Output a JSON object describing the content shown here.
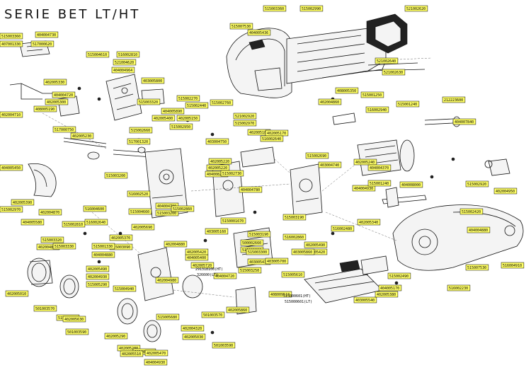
{
  "title": "SERIE BET LT/HT",
  "part_labels": [
    "515003360",
    "404004730",
    "407001330",
    "517000620",
    "515003360",
    "515002990",
    "521002620",
    "515007530",
    "404005436",
    "521002640",
    "521002630",
    "515004610",
    "516002810",
    "521004620",
    "404004964",
    "403005800",
    "402005330",
    "404004720",
    "402005300",
    "408005190",
    "402004710",
    "515002270",
    "515002440",
    "515003320",
    "404005890",
    "402005400",
    "402004860",
    "408005350",
    "515001250",
    "516002940",
    "515001240",
    "212223600",
    "404007840",
    "517000750",
    "402005230",
    "515002660",
    "517001320",
    "402005150",
    "515002950",
    "515002760",
    "521002920",
    "515002970",
    "402005180",
    "402005170",
    "403004750",
    "516002640",
    "402005220",
    "404005450",
    "515003200",
    "402005220",
    "404008220",
    "515002730",
    "404004780",
    "516002520",
    "402004870",
    "515002690",
    "403004740",
    "402005240",
    "404004370",
    "404004930",
    "404008000",
    "515001240",
    "516004600",
    "515004660",
    "515003200",
    "404004780",
    "515002860",
    "402005390",
    "515002970",
    "404005580",
    "515002810",
    "516002640",
    "402005690",
    "5150001670",
    "515003090",
    "402004880",
    "403005160",
    "402005370",
    "515003190",
    "516002860",
    "515003190",
    "516002480",
    "402005340",
    "403005430",
    "515003250",
    "515005610",
    "402005720",
    "404004720",
    "403005700",
    "404005420",
    "402005490",
    "402005490",
    "402004930",
    "515005290",
    "515001330",
    "404004880",
    "500002660",
    "515002620",
    "515003300",
    "402004830",
    "515003330",
    "515003320",
    "515004940",
    "402004980",
    "404005400",
    "402005420",
    "516004910",
    "515002420",
    "404004880",
    "515002920",
    "402004950",
    "515007530",
    "516002230",
    "515002490",
    "403005540",
    "402005380",
    "404005170",
    "408009510",
    "403005860",
    "402005010",
    "501003570",
    "515003100",
    "501003590",
    "402005630",
    "402005290",
    "402005280",
    "515005680",
    "402004320",
    "402005030",
    "501003590",
    "501003570",
    "402005510",
    "404004930",
    "402005860",
    "501003570",
    "402005470"
  ],
  "annotations": [
    "291318100(HT)",
    "326600(LT)",
    "515000601(HT)",
    "515000601(LT)"
  ]
}
